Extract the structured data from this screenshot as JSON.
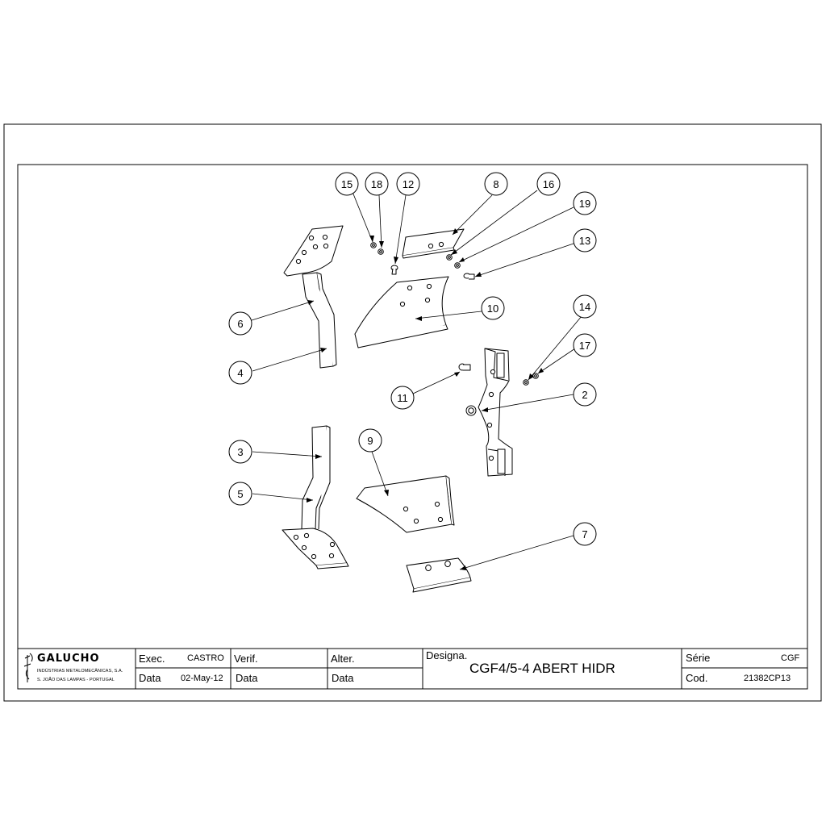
{
  "parts": [
    {
      "id": "15",
      "label": "15"
    },
    {
      "id": "18",
      "label": "18"
    },
    {
      "id": "12",
      "label": "12"
    },
    {
      "id": "8",
      "label": "8"
    },
    {
      "id": "16",
      "label": "16"
    },
    {
      "id": "19",
      "label": "19"
    },
    {
      "id": "13",
      "label": "13"
    },
    {
      "id": "6",
      "label": "6"
    },
    {
      "id": "10",
      "label": "10"
    },
    {
      "id": "14",
      "label": "14"
    },
    {
      "id": "17",
      "label": "17"
    },
    {
      "id": "4",
      "label": "4"
    },
    {
      "id": "11",
      "label": "11"
    },
    {
      "id": "2",
      "label": "2"
    },
    {
      "id": "3",
      "label": "3"
    },
    {
      "id": "9",
      "label": "9"
    },
    {
      "id": "5",
      "label": "5"
    },
    {
      "id": "7",
      "label": "7"
    }
  ],
  "title_block": {
    "company_name": "GALUCHO",
    "company_line1": "INDÚSTRIAS METALOMECÂNICAS, S.A.",
    "company_line2": "S. JOÃO DAS LAMPAS - PORTUGAL",
    "exec_label": "Exec.",
    "exec_value": "CASTRO",
    "data_label": "Data",
    "data_value": "02-May-12",
    "verif_label": "Verif.",
    "verif_data_label": "Data",
    "alter_label": "Alter.",
    "alter_data_label": "Data",
    "designa_label": "Designa.",
    "designa_value": "CGF4/5-4 ABERT HIDR",
    "serie_label": "Série",
    "serie_value": "CGF",
    "cod_label": "Cod.",
    "cod_value": "21382CP13"
  }
}
